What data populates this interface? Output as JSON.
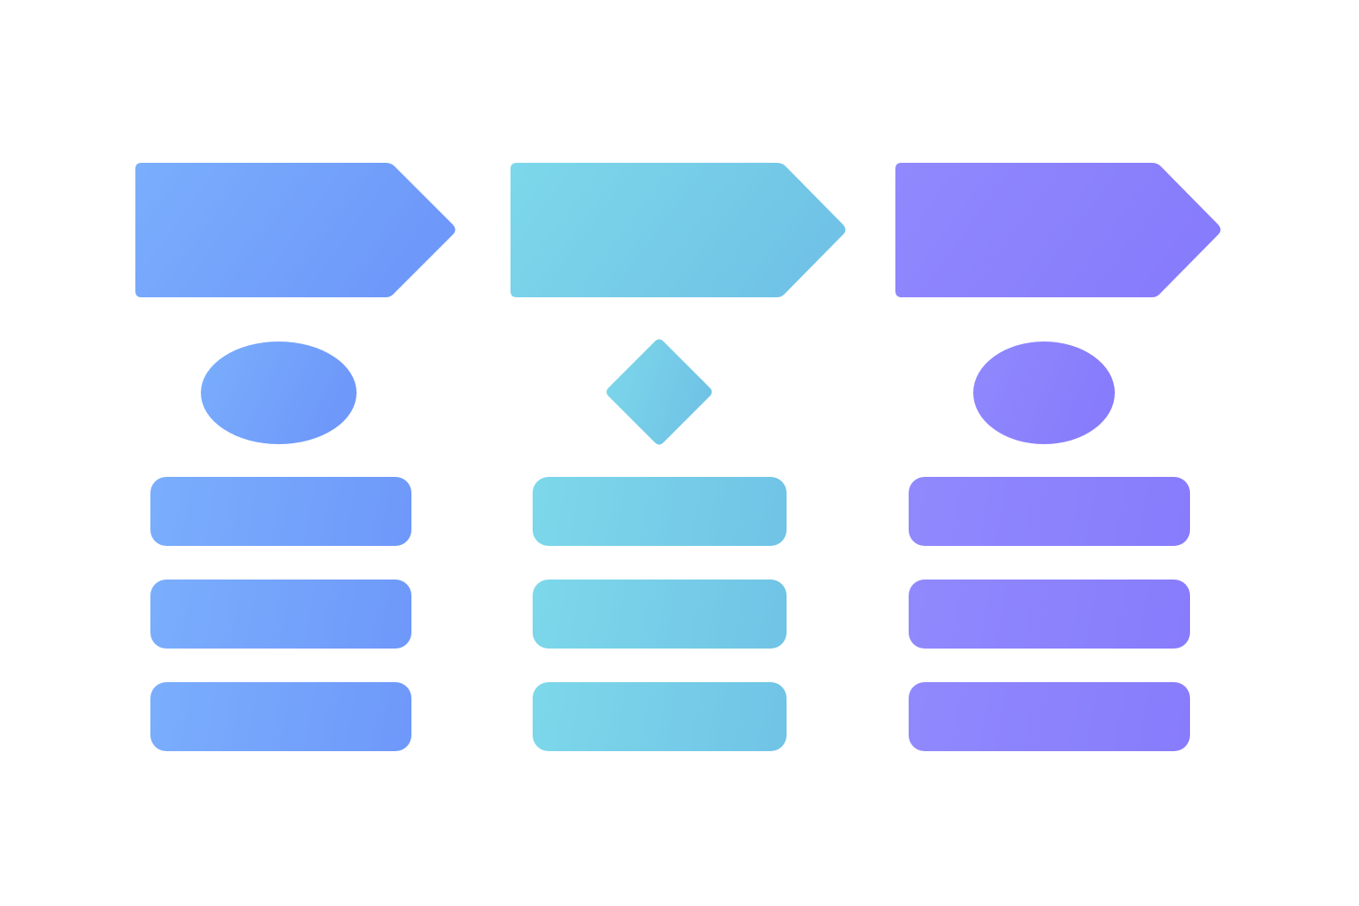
{
  "columns": [
    {
      "id": "blue",
      "node": "ellipse",
      "colors": {
        "light": "#7aaefc",
        "dark": "#6e98fa"
      },
      "bar_count": 3
    },
    {
      "id": "cyan",
      "node": "diamond",
      "colors": {
        "light": "#7dd8ea",
        "dark": "#70c3e6"
      },
      "bar_count": 3
    },
    {
      "id": "purple",
      "node": "ellipse",
      "colors": {
        "light": "#9089fd",
        "dark": "#877cfc"
      },
      "bar_count": 3
    }
  ]
}
